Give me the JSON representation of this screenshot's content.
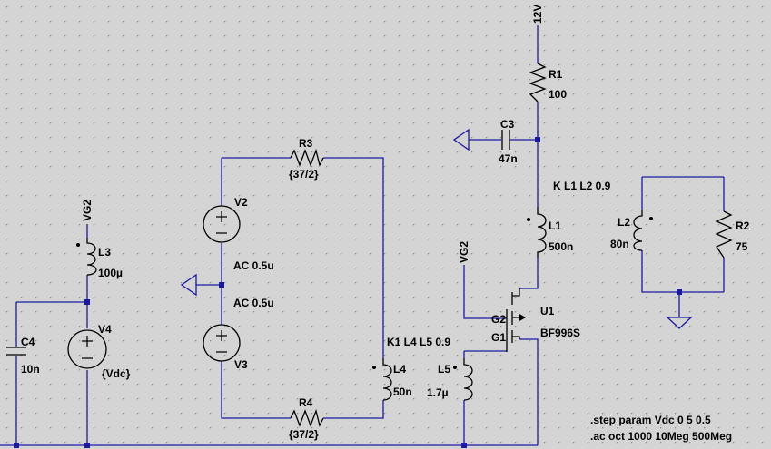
{
  "colors": {
    "background": "#d4d4d4",
    "wire": "#1a1aa0",
    "component": "#000000",
    "grid": "#8c8c8c"
  },
  "nets": {
    "vcc": "12V",
    "vg2_left": "VG2",
    "vg2_right": "VG2"
  },
  "components": {
    "R1": {
      "name": "R1",
      "value": "100"
    },
    "C3": {
      "name": "C3",
      "value": "47n"
    },
    "L1": {
      "name": "L1",
      "value": "500n"
    },
    "L2": {
      "name": "L2",
      "value": "80n"
    },
    "R2": {
      "name": "R2",
      "value": "75"
    },
    "R3": {
      "name": "R3",
      "value": "{37/2}"
    },
    "R4": {
      "name": "R4",
      "value": "{37/2}"
    },
    "V2": {
      "name": "V2",
      "value": "AC 0.5u"
    },
    "V3": {
      "name": "V3",
      "value": "AC 0.5u"
    },
    "L3": {
      "name": "L3",
      "value": "100µ"
    },
    "V4": {
      "name": "V4",
      "value": "{Vdc}"
    },
    "C4": {
      "name": "C4",
      "value": "10n"
    },
    "L4": {
      "name": "L4",
      "value": "50n"
    },
    "L5": {
      "name": "L5",
      "value": "1.7µ"
    },
    "U1": {
      "name": "U1",
      "value": "BF996S",
      "gate2": "G2",
      "gate1": "G1"
    }
  },
  "directives": {
    "coupling_1": "K L1 L2 0.9",
    "coupling_2": "K1 L4 L5 0.9",
    "step": ".step param Vdc 0 5 0.5",
    "ac": ".ac oct 1000 10Meg 500Meg"
  }
}
